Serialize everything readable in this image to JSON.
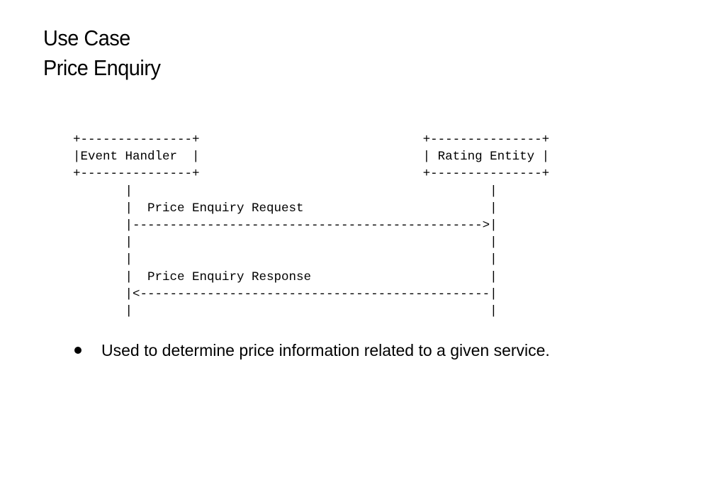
{
  "slide": {
    "title_line1": "Use Case",
    "title_line2": "Price Enquiry"
  },
  "diagram": {
    "lines": [
      "+---------------+                              +---------------+",
      "|Event Handler  |                              | Rating Entity |",
      "+---------------+                              +---------------+",
      "       |                                                |",
      "       |  Price Enquiry Request                         |",
      "       |----------------------------------------------->|",
      "       |                                                |",
      "       |                                                |",
      "       |  Price Enquiry Response                        |",
      "       |<-----------------------------------------------|",
      "       |                                                |"
    ]
  },
  "bullets": [
    "Used to determine price information related to a given service."
  ]
}
